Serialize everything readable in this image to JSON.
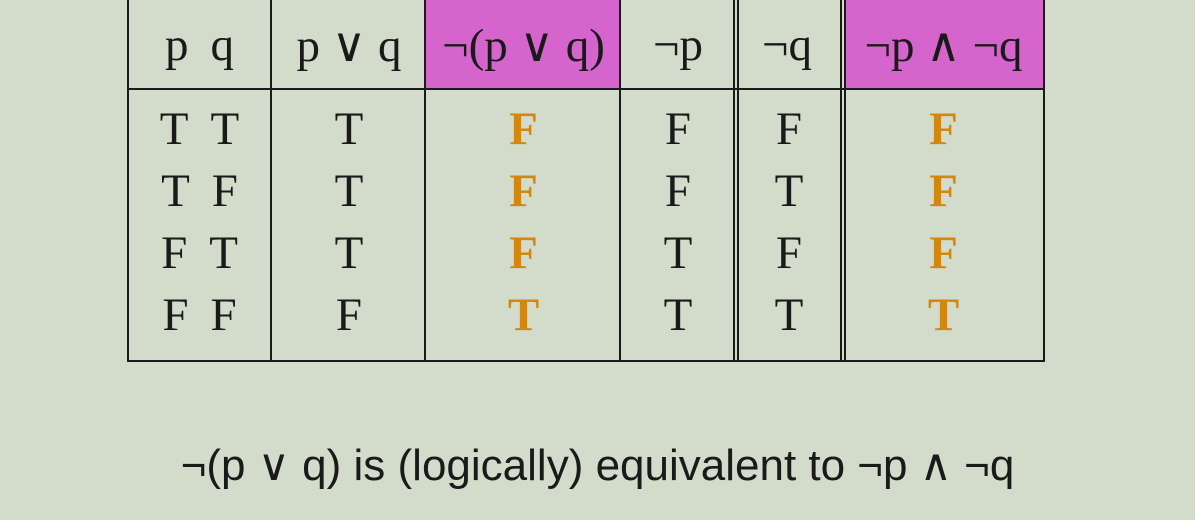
{
  "table": {
    "headers": {
      "pq_p": "p",
      "pq_q": "q",
      "p_or_q": "p ∨ q",
      "not_p_or_q": "¬(p ∨ q)",
      "not_p": "¬p",
      "not_q": "¬q",
      "not_p_and_not_q": "¬p ∧ ¬q"
    },
    "highlight_color": "#d565cc",
    "emphasis_color": "#d4870f",
    "rows": [
      {
        "p": "T",
        "q": "T",
        "p_or_q": "T",
        "not_p_or_q": "F",
        "not_p": "F",
        "not_q": "F",
        "not_p_and_not_q": "F"
      },
      {
        "p": "T",
        "q": "F",
        "p_or_q": "T",
        "not_p_or_q": "F",
        "not_p": "F",
        "not_q": "T",
        "not_p_and_not_q": "F"
      },
      {
        "p": "F",
        "q": "T",
        "p_or_q": "T",
        "not_p_or_q": "F",
        "not_p": "T",
        "not_q": "F",
        "not_p_and_not_q": "F"
      },
      {
        "p": "F",
        "q": "F",
        "p_or_q": "F",
        "not_p_or_q": "T",
        "not_p": "T",
        "not_q": "T",
        "not_p_and_not_q": "T"
      }
    ]
  },
  "caption": "¬(p ∨ q) is (logically) equivalent to ¬p ∧ ¬q"
}
